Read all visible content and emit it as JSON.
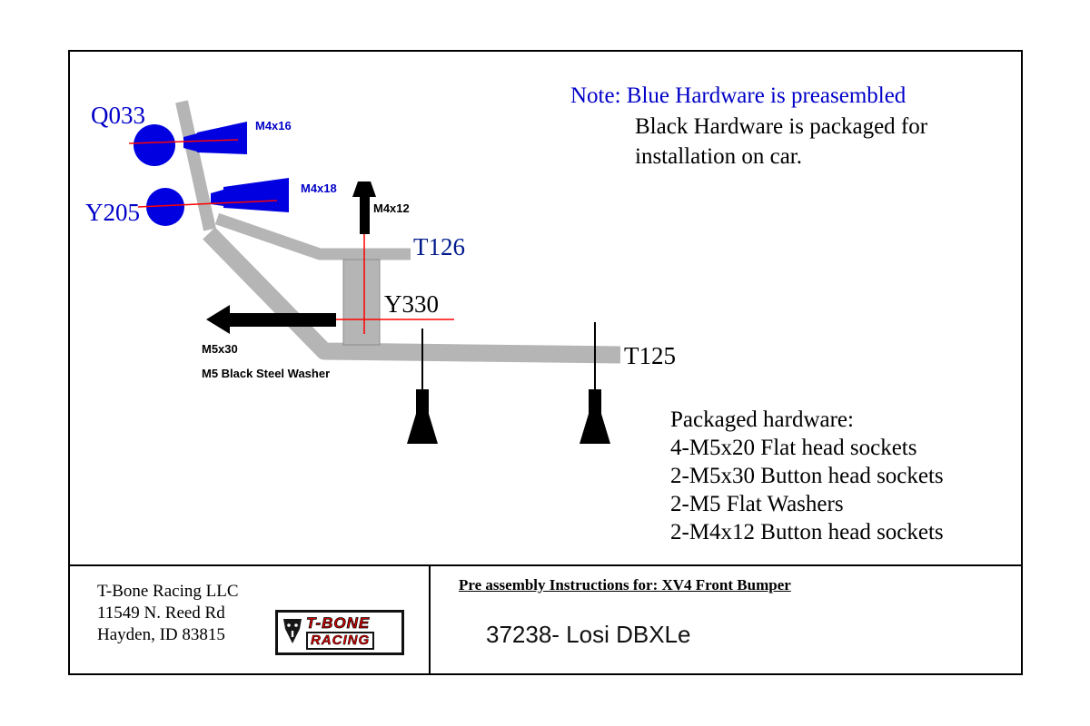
{
  "note": {
    "line1": "Note: Blue Hardware is preasembled",
    "line2": "Black Hardware is packaged for",
    "line3": "installation on car."
  },
  "diagram": {
    "labels": {
      "q033": "Q033",
      "y205": "Y205",
      "m4x16": "M4x16",
      "m4x18": "M4x18",
      "m4x12": "M4x12",
      "t126": "T126",
      "y330": "Y330",
      "m5x30": "M5x30",
      "m5_washer": "M5 Black Steel Washer",
      "t125": "T125"
    },
    "colors": {
      "blue_hardware": "#0000e0",
      "blue_label": "#0000c8",
      "navy_label": "#001a8c",
      "part_gray": "#b5b5b5",
      "guide_red": "#ff0000",
      "black_hardware": "#000000"
    }
  },
  "packaged_hardware": {
    "title": "Packaged hardware:",
    "items": [
      "4-M5x20 Flat head sockets",
      "2-M5x30 Button head sockets",
      "2-M5 Flat Washers",
      "2-M4x12 Button head sockets"
    ]
  },
  "footer": {
    "company": "T-Bone Racing LLC",
    "address1": "11549 N. Reed Rd",
    "address2": "Hayden, ID  83815",
    "logo_line1": "T-BONE",
    "logo_line2": "RACING",
    "doc_title": "Pre assembly Instructions for: XV4 Front Bumper",
    "part_number": "37238- Losi DBXLe"
  }
}
